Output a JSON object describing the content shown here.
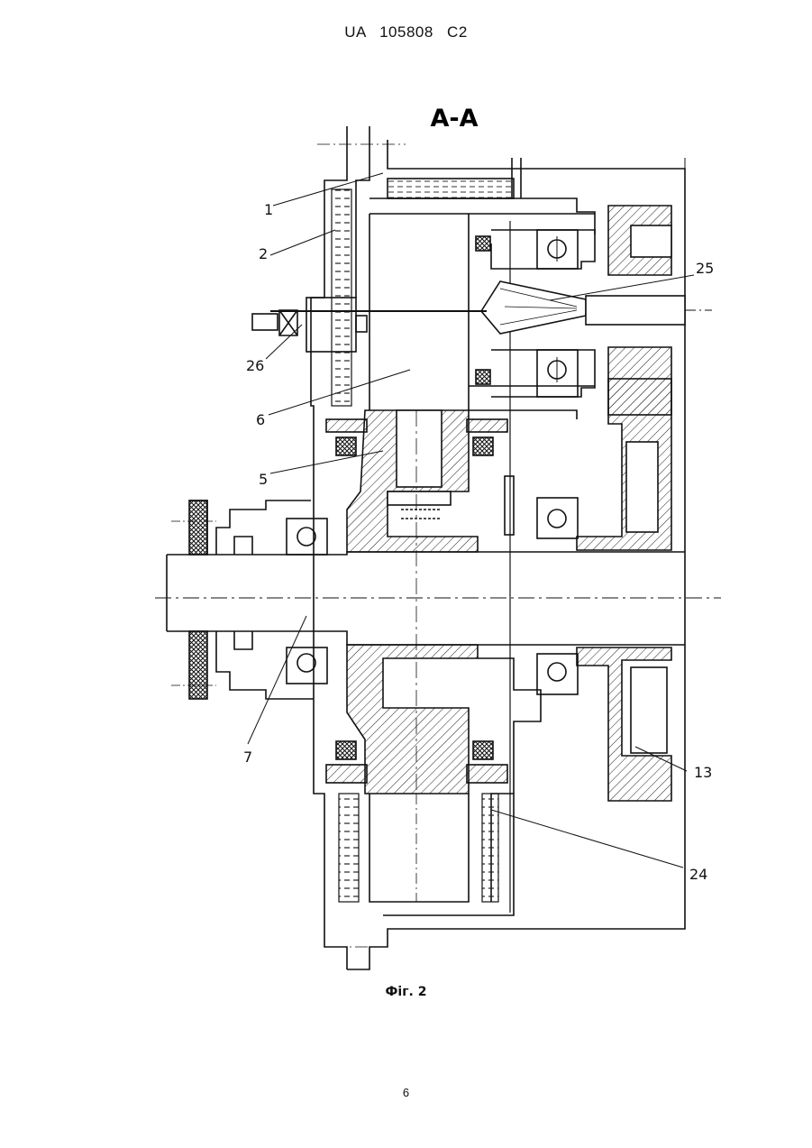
{
  "header": {
    "doc_id": "UA   105808   C2"
  },
  "drawing": {
    "section_title": "A-A",
    "labels": {
      "l1": "1",
      "l2": "2",
      "l25": "25",
      "l26": "26",
      "l6": "6",
      "l5": "5",
      "l7": "7",
      "l13": "13",
      "l24": "24"
    }
  },
  "caption": "Фіг. 2",
  "page_number": "6"
}
